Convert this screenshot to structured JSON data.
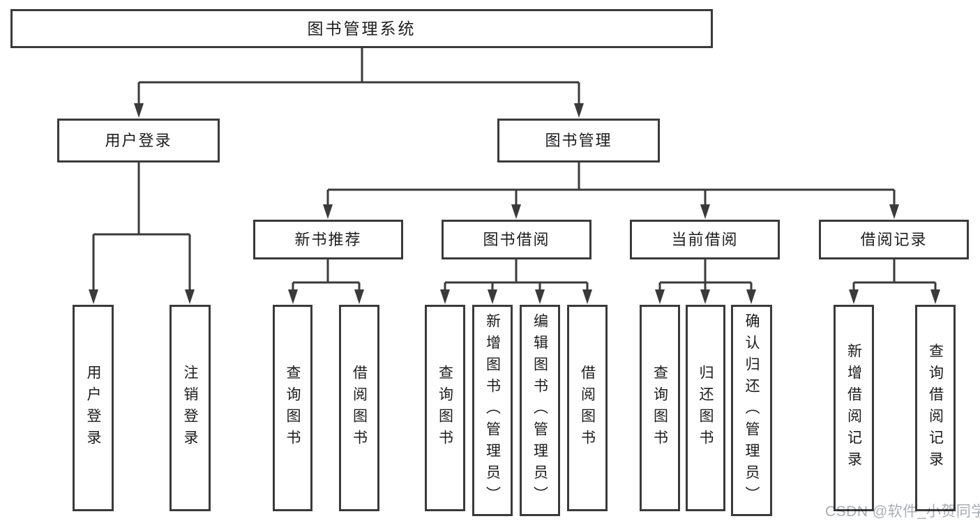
{
  "colors": {
    "line": "#3a3a3a",
    "text": "#1c1c1e",
    "box-bg": "#ffffff",
    "watermark": "#a9adb2",
    "page-bg": "#ffffff"
  },
  "watermark": {
    "text": "CSDN @软件_小贺同学"
  },
  "tree": {
    "root": {
      "label": "图书管理系统"
    },
    "left": {
      "label": "用户登录",
      "leaves": [
        {
          "label": "用户登录"
        },
        {
          "label": "注销登录"
        }
      ]
    },
    "right": {
      "label": "图书管理",
      "groups": [
        {
          "label": "新书推荐",
          "leaves": [
            {
              "label": "查询图书"
            },
            {
              "label": "借阅图书"
            }
          ]
        },
        {
          "label": "图书借阅",
          "leaves": [
            {
              "label": "查询图书"
            },
            {
              "label": "新增图书（管理员）"
            },
            {
              "label": "编辑图书（管理员）"
            },
            {
              "label": "借阅图书"
            }
          ]
        },
        {
          "label": "当前借阅",
          "leaves": [
            {
              "label": "查询图书"
            },
            {
              "label": "归还图书"
            },
            {
              "label": "确认归还（管理员）"
            }
          ]
        },
        {
          "label": "借阅记录",
          "leaves": [
            {
              "label": "新增借阅记录"
            },
            {
              "label": "查询借阅记录"
            }
          ]
        }
      ]
    }
  }
}
